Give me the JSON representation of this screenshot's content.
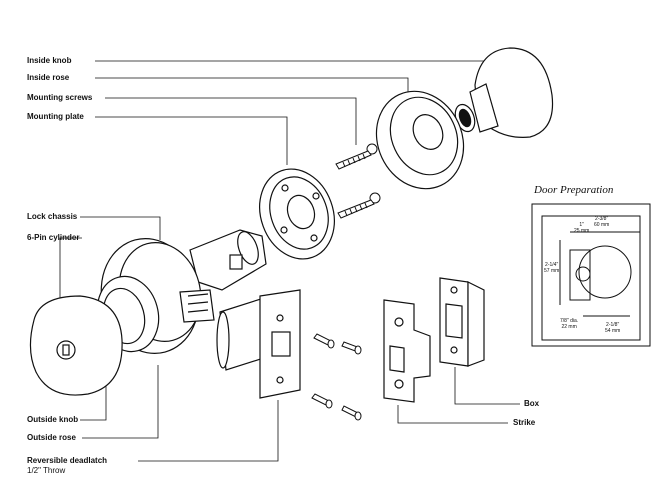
{
  "labels": {
    "inside_knob": "Inside knob",
    "inside_rose": "Inside rose",
    "mounting_screws": "Mounting screws",
    "mounting_plate": "Mounting plate",
    "lock_chassis": "Lock chassis",
    "six_pin_cylinder": "6-Pin cylinder",
    "outside_knob": "Outside knob",
    "outside_rose": "Outside rose",
    "reversible_deadlatch": "Reversible deadlatch",
    "throw": "1/2\" Throw",
    "box": "Box",
    "strike": "Strike"
  },
  "door_preparation": {
    "title": "Door Preparation",
    "dim_1in": "1\"",
    "dim_1in_mm": "25 mm",
    "dim_2_3_8": "2-3/8\"",
    "dim_2_3_8_mm": "60 mm",
    "dim_2_1_4": "2-1/4\"",
    "dim_2_1_4_mm": "57 mm",
    "dim_7_8": "7/8\" dia.",
    "dim_7_8_mm": "22 mm",
    "dim_2_1_8": "2-1/8\"",
    "dim_2_1_8_mm": "54 mm"
  }
}
